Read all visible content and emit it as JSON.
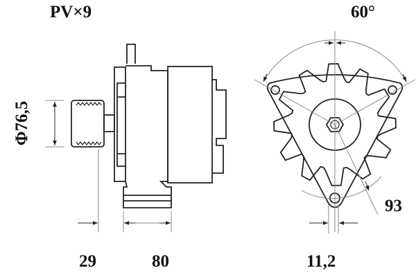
{
  "labels": {
    "belt": "PV×9",
    "pulley_diameter": "Φ76,5",
    "pulley_offset": "29",
    "mount_length": "80",
    "angle": "60°",
    "radius": "93",
    "hole_width": "11,2"
  },
  "colors": {
    "line": "#222222",
    "thin": "#8a8a8a"
  }
}
